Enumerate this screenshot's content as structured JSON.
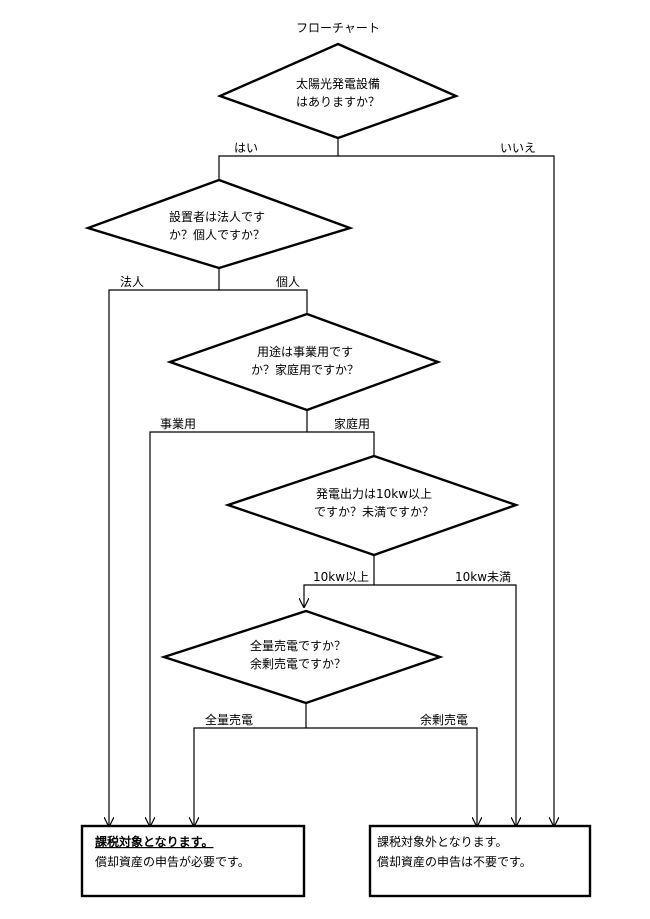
{
  "title": "フローチャート",
  "decisions": [
    {
      "line1": "太陽光発電設備",
      "line2": "はありますか？"
    },
    {
      "line1": "設置者は法人です",
      "line2": "か？個人ですか？"
    },
    {
      "line1": "用途は事業用です",
      "line2": "か？家庭用ですか？"
    },
    {
      "line1": "発電出力は10kw以上",
      "line2": "ですか？未満ですか？"
    },
    {
      "line1": "全量売電ですか？",
      "line2": "余剰売電ですか？"
    }
  ],
  "branches": {
    "yes": "はい",
    "no": "いいえ",
    "corporate": "法人",
    "individual": "個人",
    "business": "事業用",
    "household": "家庭用",
    "over10": "10kw以上",
    "under10": "10kw未満",
    "full_sale": "全量売電",
    "surplus_sale": "余剰売電"
  },
  "results": [
    {
      "line1": "課税対象となります。",
      "line2": "償却資産の申告が必要です。"
    },
    {
      "line1": "課税対象外となります。",
      "line2": "償却資産の申告は不要です。"
    }
  ]
}
